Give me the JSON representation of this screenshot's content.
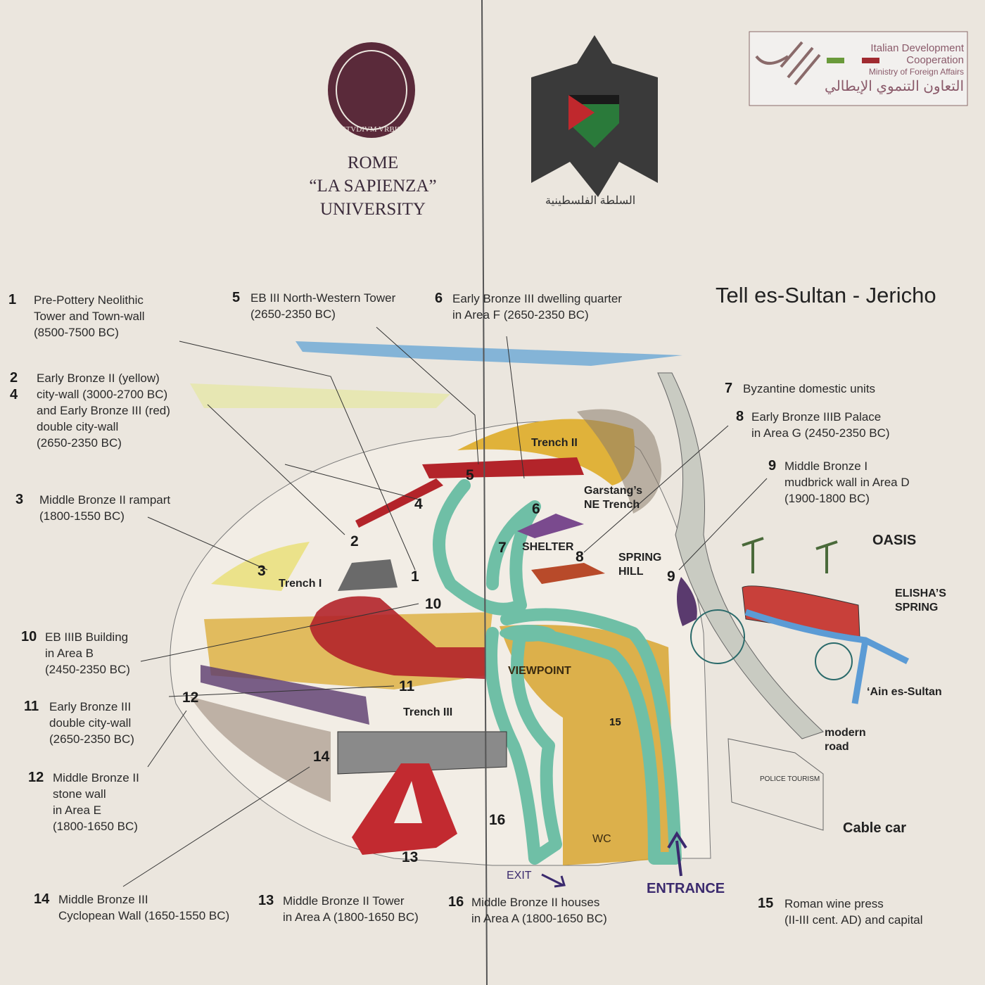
{
  "header": {
    "university_seal_text": "STVDIVM VRBIS",
    "university_name_lines": [
      "ROME",
      "“LA SAPIENZA”",
      "UNIVERSITY"
    ],
    "eagle_emblem_text": "السلطة الفلسطينية",
    "cooperation_logo": {
      "line1": "Italian Development",
      "line2": "Cooperation",
      "line3": "Ministry of Foreign Affairs",
      "arabic": "التعاون التنموي الإيطالي"
    }
  },
  "title": "Tell es-Sultan - Jericho",
  "legend": [
    {
      "num": "1",
      "lines": [
        "Pre-Pottery Neolithic",
        "Tower and Town-wall",
        "(8500-7500 BC)"
      ]
    },
    {
      "num": "2",
      "num2": "4",
      "lines": [
        "Early Bronze II (yellow)",
        "city-wall (3000-2700 BC)",
        "and Early Bronze III (red)",
        "double city-wall",
        "(2650-2350 BC)"
      ]
    },
    {
      "num": "3",
      "lines": [
        "Middle Bronze II rampart",
        "(1800-1550 BC)"
      ]
    },
    {
      "num": "5",
      "lines": [
        "EB III North-Western Tower",
        "(2650-2350 BC)"
      ]
    },
    {
      "num": "6",
      "lines": [
        "Early Bronze III dwelling quarter",
        "in Area F (2650-2350 BC)"
      ]
    },
    {
      "num": "7",
      "lines": [
        "Byzantine domestic units"
      ]
    },
    {
      "num": "8",
      "lines": [
        "Early Bronze IIIB Palace",
        "in Area G (2450-2350 BC)"
      ]
    },
    {
      "num": "9",
      "lines": [
        "Middle Bronze I",
        "mudbrick wall in Area D",
        "(1900-1800 BC)"
      ]
    },
    {
      "num": "10",
      "lines": [
        "EB IIIB Building",
        "in Area B",
        "(2450-2350 BC)"
      ]
    },
    {
      "num": "11",
      "lines": [
        "Early Bronze III",
        "double city-wall",
        "(2650-2350 BC)"
      ]
    },
    {
      "num": "12",
      "lines": [
        "Middle Bronze II",
        "stone wall",
        "in Area E",
        "(1800-1650 BC)"
      ]
    },
    {
      "num": "14",
      "lines": [
        "Middle Bronze III",
        "Cyclopean Wall (1650-1550 BC)"
      ]
    },
    {
      "num": "13",
      "lines": [
        "Middle Bronze II Tower",
        "in Area A (1800-1650 BC)"
      ]
    },
    {
      "num": "16",
      "lines": [
        "Middle Bronze II houses",
        "in Area A (1800-1650 BC)"
      ]
    },
    {
      "num": "15",
      "lines": [
        "Roman wine press",
        "(II-III cent. AD) and capital"
      ]
    }
  ],
  "map_labels": {
    "trench_2": "Trench II",
    "trench_1": "Trench I",
    "trench_3": "Trench III",
    "garstang": [
      "Garstang’s",
      "NE Trench"
    ],
    "shelter": "SHELTER",
    "spring_hill": [
      "SPRING",
      "HILL"
    ],
    "oasis": "OASIS",
    "elisha": [
      "ELISHA’S",
      "SPRING"
    ],
    "ain": "‘Ain es-Sultan",
    "viewpoint": "VIEWPOINT",
    "modern_road": [
      "modern",
      "road"
    ],
    "police": "POLICE TOURISM",
    "cable_car": "Cable car",
    "wc": "WC",
    "exit": "EXIT",
    "entrance": "ENTRANCE",
    "numbers": {
      "n1": "1",
      "n2": "2",
      "n3": "3",
      "n4": "4",
      "n5": "5",
      "n6": "6",
      "n7": "7",
      "n8": "8",
      "n9": "9",
      "n10": "10",
      "n11": "11",
      "n12": "12",
      "n13": "13",
      "n14": "14",
      "n15": "15",
      "n16": "16"
    }
  },
  "colors": {
    "background": "#ebe6de",
    "path": "#6fbfa6",
    "ochre": "#e0b23a",
    "brick": "#b3242a",
    "purple": "#5a3a6e",
    "entrance": "#3b2a6e",
    "water": "#5b9bd5"
  }
}
